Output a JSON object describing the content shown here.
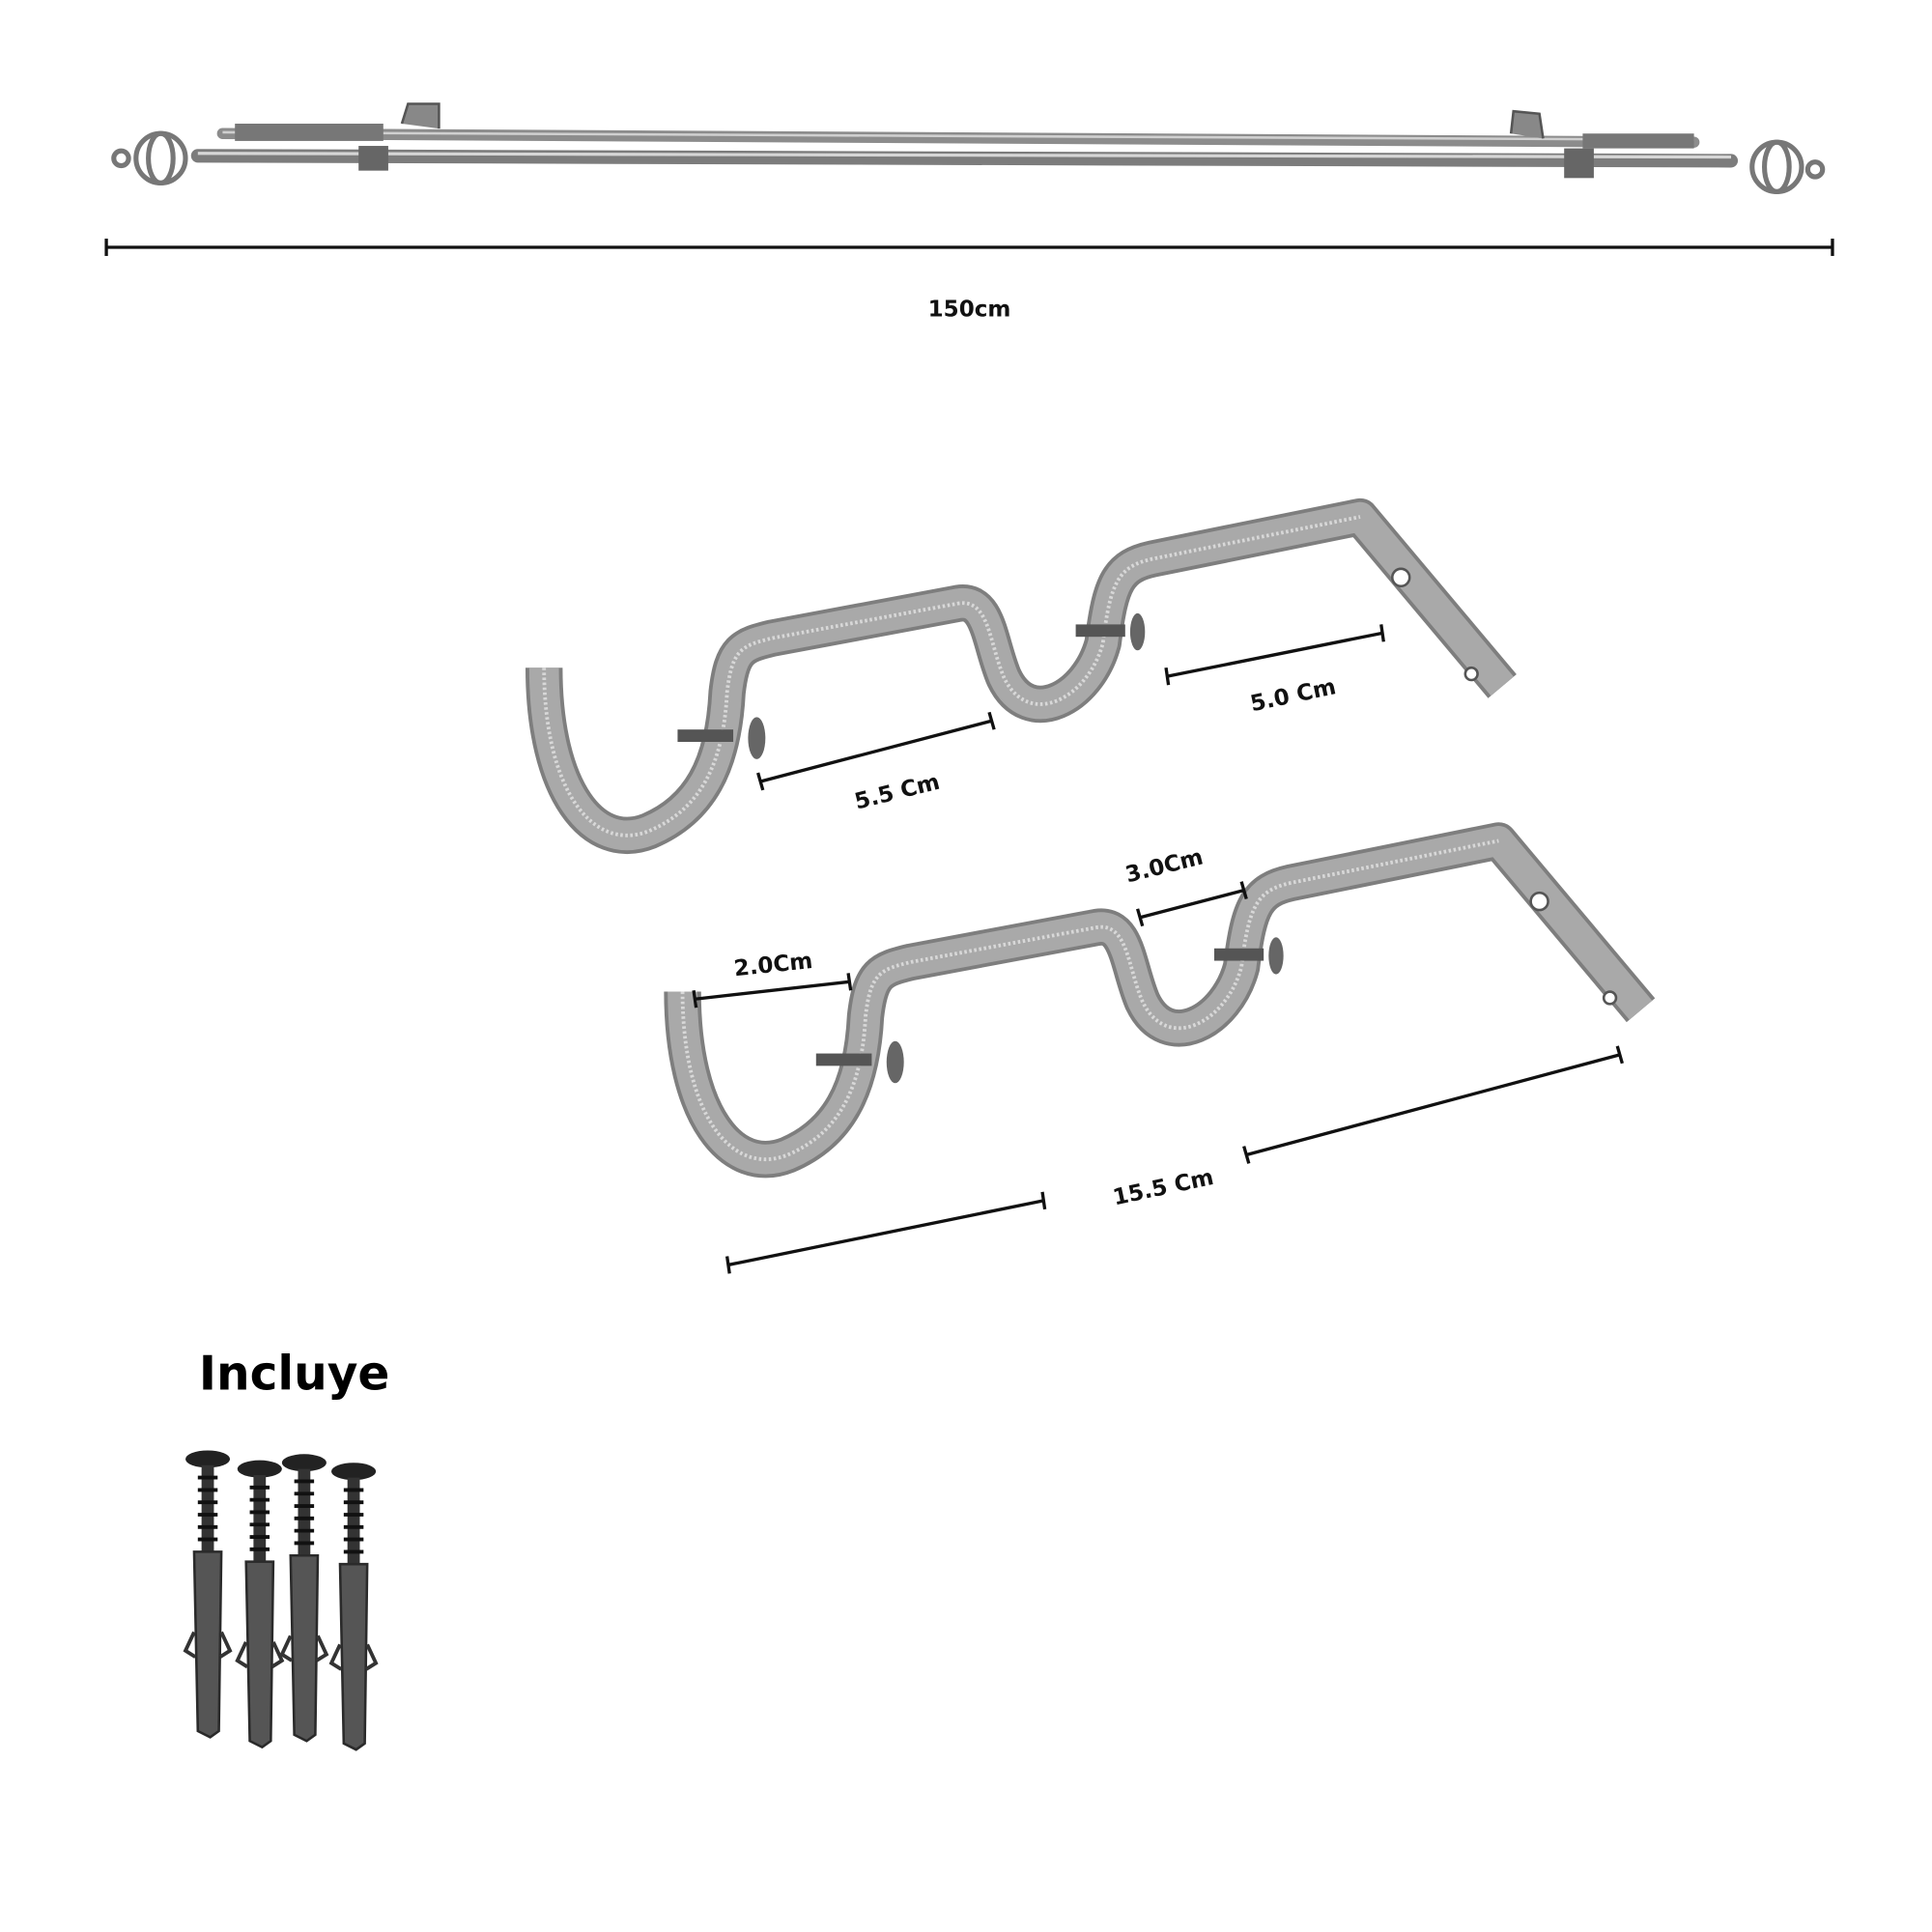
{
  "rod": {
    "length_label": "150cm"
  },
  "brackets": {
    "top": {
      "dim_a": "5.5 Cm",
      "dim_b": "5.0 Cm"
    },
    "bottom": {
      "dim_a": "2.0Cm",
      "dim_b": "3.0Cm",
      "dim_total": "15.5 Cm"
    }
  },
  "includes": {
    "title": "Incluye",
    "screw_count": 4
  },
  "colors": {
    "metal": "#a9a9a9",
    "dark": "#3a3a3a",
    "ink": "#111111"
  }
}
